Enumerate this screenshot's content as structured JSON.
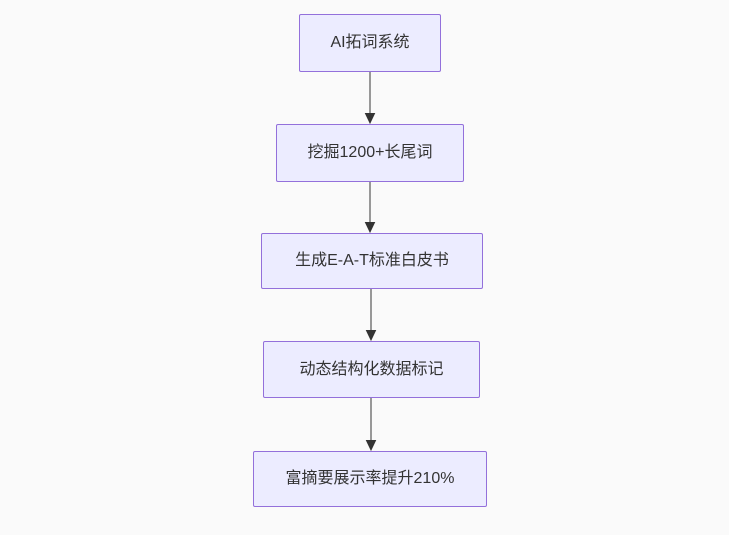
{
  "diagram": {
    "type": "flowchart",
    "direction": "top-down",
    "nodes": [
      {
        "id": "A",
        "label": "AI拓词系统"
      },
      {
        "id": "B",
        "label": "挖掘1200+长尾词"
      },
      {
        "id": "C",
        "label": "生成E-A-T标准白皮书"
      },
      {
        "id": "D",
        "label": "动态结构化数据标记"
      },
      {
        "id": "E",
        "label": "富摘要展示率提升210%"
      }
    ],
    "edges": [
      {
        "from": "A",
        "to": "B"
      },
      {
        "from": "B",
        "to": "C"
      },
      {
        "from": "C",
        "to": "D"
      },
      {
        "from": "D",
        "to": "E"
      }
    ]
  },
  "colors": {
    "background": "#fafafa",
    "node-fill": "#ececff",
    "node-border": "#9370db",
    "node-text": "#333333",
    "edge-line": "#878787",
    "arrowhead": "#333333"
  }
}
